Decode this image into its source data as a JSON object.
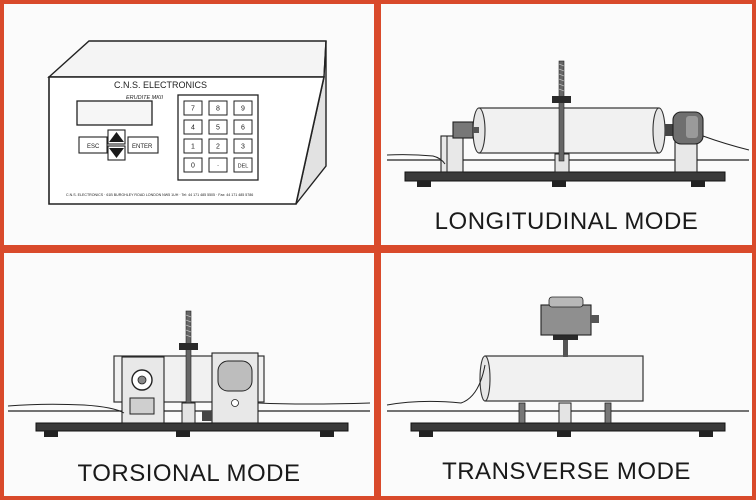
{
  "panels": {
    "controller": {
      "brand": "C.N.S. ELECTRONICS",
      "model": "ERUDITE MKII",
      "footer": "C.N.S. ELECTRONICS · 61B BURGHLEY ROAD LONDON NW5 1UH · Tel: 44 171 485 5505 · Fax: 44 171 485 5786",
      "buttons": {
        "esc": "ESC",
        "enter": "ENTER"
      },
      "keypad": [
        "7",
        "8",
        "9",
        "4",
        "5",
        "6",
        "1",
        "2",
        "3",
        "0",
        "·",
        "DEL"
      ]
    },
    "longitudinal": {
      "caption": "LONGITUDINAL MODE"
    },
    "torsional": {
      "caption": "TORSIONAL MODE"
    },
    "transverse": {
      "caption": "TRANSVERSE MODE"
    }
  },
  "colors": {
    "border": "#d94a2b",
    "panel": "#fbfbfb",
    "line": "#222222",
    "base": "#333333"
  }
}
